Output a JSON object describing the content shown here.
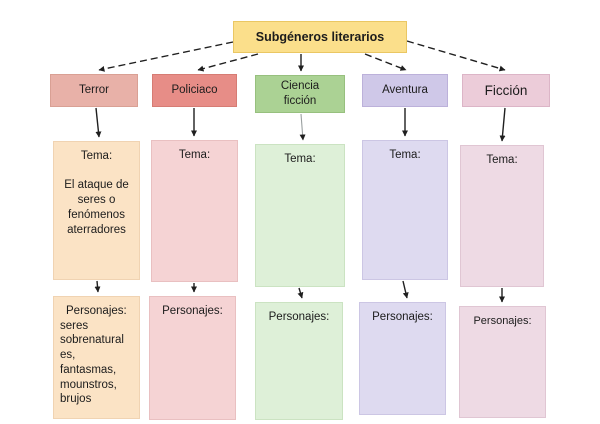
{
  "title": {
    "label": "Subgéneros literarios"
  },
  "colors": {
    "canvas_bg": "#ffffff",
    "text": "#1c1c1c",
    "connector": "#1f1f1f",
    "connector_light": "#9aa0a0",
    "title_bg": "#fbdf8b",
    "title_border": "#eac763",
    "terror_header_bg": "#e8b1a8",
    "terror_header_border": "#d9a094",
    "terror_body_bg": "#fbe3c5",
    "terror_body_border": "#f0d3b2",
    "policiaco_header_bg": "#e78d87",
    "policiaco_header_border": "#d67c74",
    "policiaco_body_bg": "#f5d3d4",
    "policiaco_body_border": "#e9c0c1",
    "ciencia_header_bg": "#abd294",
    "ciencia_header_border": "#97c07e",
    "ciencia_body_bg": "#def0d8",
    "ciencia_body_border": "#cbe3c2",
    "aventura_header_bg": "#cfc8e8",
    "aventura_header_border": "#bcb1da",
    "aventura_body_bg": "#dedaf0",
    "aventura_body_border": "#ccc6e4",
    "ficcion_header_bg": "#ecccd9",
    "ficcion_header_border": "#dcb5c7",
    "ficcion_body_bg": "#eedae4",
    "ficcion_body_border": "#e0c6d3"
  },
  "columns": [
    {
      "id": "terror",
      "header_label": "Terror",
      "tema_text": "Tema:\n\nEl ataque de\nseres o\nfenómenos\naterradores",
      "personajes_text": "Personajes:\nseres\nsobrenatural\nes,\nfantasmas,\nmounstros,\nbrujos"
    },
    {
      "id": "policiaco",
      "header_label": "Policiaco",
      "tema_text": "Tema:",
      "personajes_text": "Personajes:"
    },
    {
      "id": "ciencia-ficcion",
      "header_label": "Ciencia\nficción",
      "tema_text": "Tema:",
      "personajes_text": "Personajes:"
    },
    {
      "id": "aventura",
      "header_label": "Aventura",
      "tema_text": "Tema:",
      "personajes_text": "Personajes:"
    },
    {
      "id": "ficcion",
      "header_label": "Ficción",
      "tema_text": "Tema:",
      "personajes_text": "Personajes:"
    }
  ]
}
